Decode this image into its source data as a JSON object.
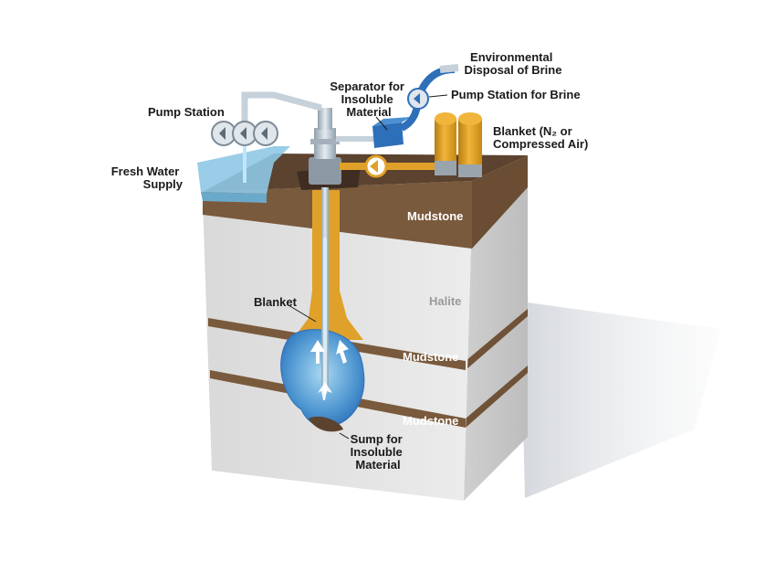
{
  "labels": {
    "environmental_disposal": [
      "Environmental",
      "Disposal of Brine"
    ],
    "pump_station_brine": "Pump Station for Brine",
    "separator": [
      "Separator for",
      "Insoluble",
      "Material"
    ],
    "pump_station": "Pump Station",
    "blanket_gas": [
      "Blanket (N₂ or",
      "Compressed Air)"
    ],
    "fresh_water": [
      "Fresh Water",
      "Supply"
    ],
    "mudstone_top": "Mudstone",
    "halite": "Halite",
    "blanket_cavern": "Blanket",
    "mudstone_mid": "Mudstone",
    "mudstone_low": "Mudstone",
    "sump": [
      "Sump for",
      "Insoluble",
      "Material"
    ]
  },
  "colors": {
    "halite_front": "#dedede",
    "halite_side": "#c4c4c4",
    "mudstone": "#7a5a3c",
    "soil_top": "#5c4330",
    "water": "#8ec8e6",
    "brine_blue": "#2d6fb8",
    "blanket_orange": "#e0a12a",
    "pipe_steel": "#b7c2cc"
  },
  "icons": [
    "pump-icon",
    "separator-icon",
    "gas-tank-icon",
    "flow-arrow-icon"
  ]
}
